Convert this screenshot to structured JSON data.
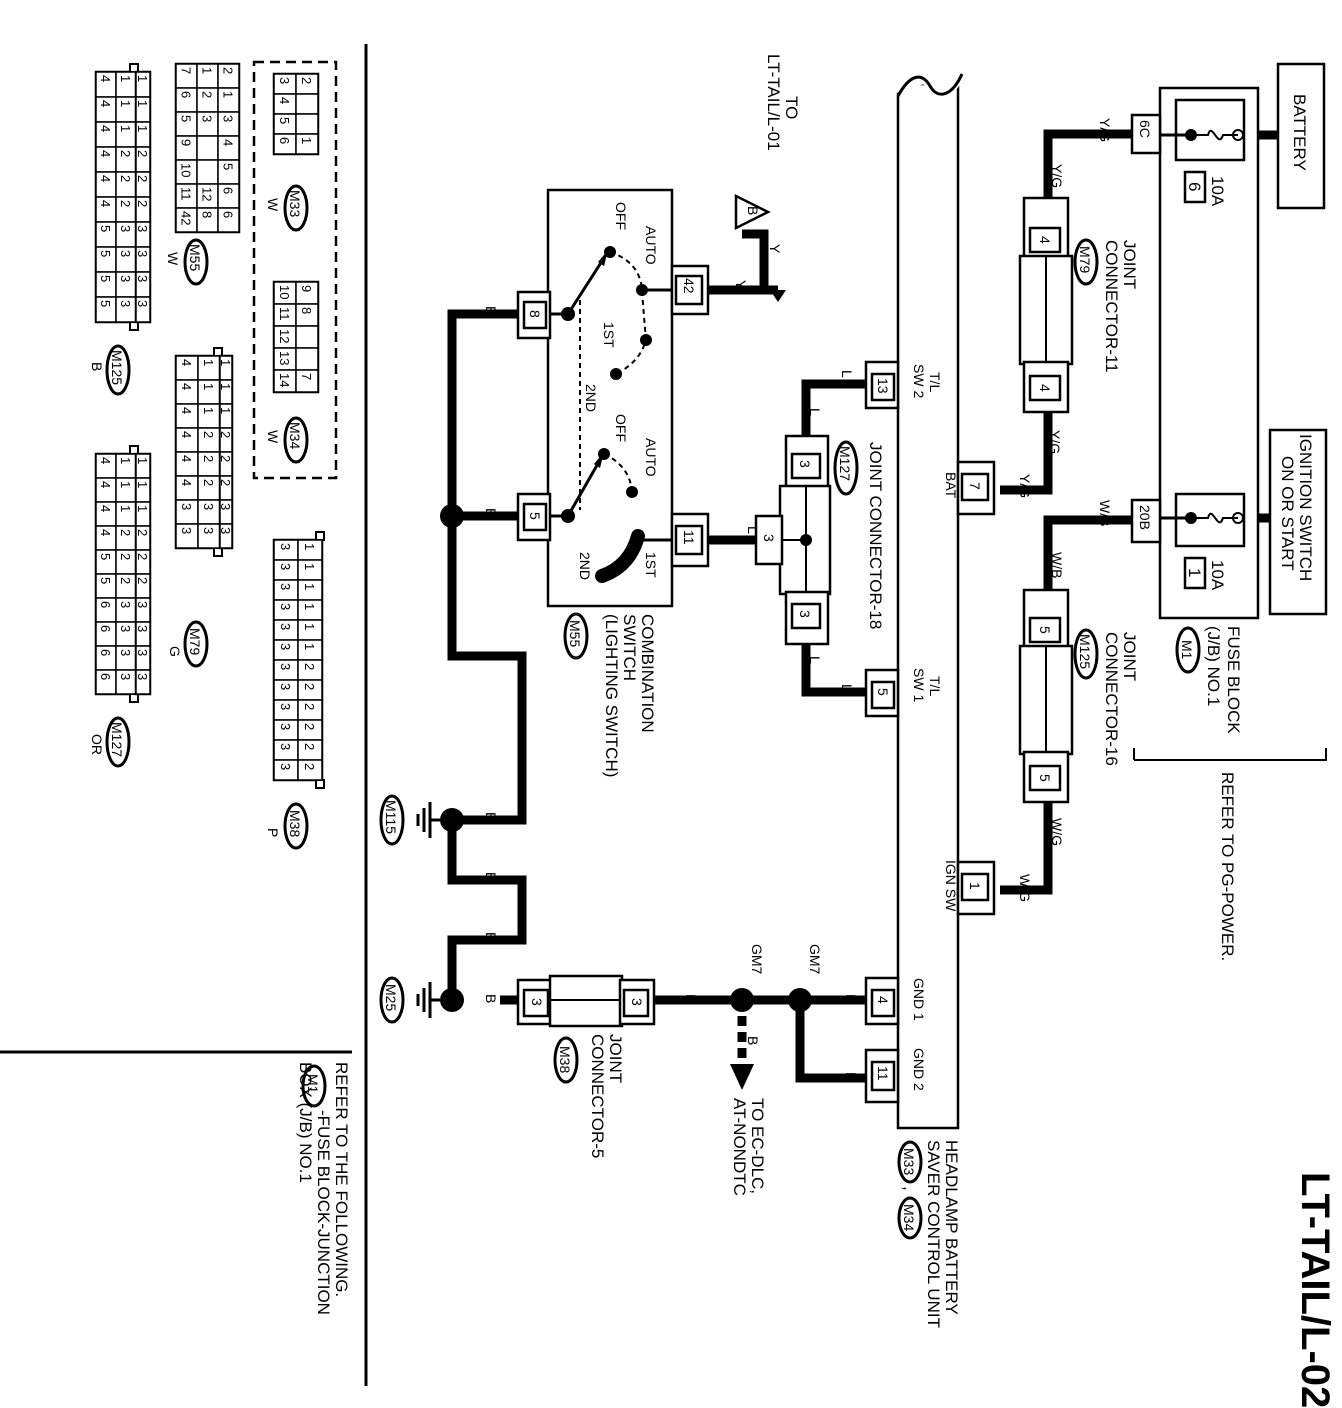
{
  "page_title": "LT-TAIL/L-02",
  "battery_label": "BATTERY",
  "ignition_label": [
    "IGNITION SWITCH",
    "ON OR START"
  ],
  "fuse_a": {
    "amp": "10A",
    "num": "6",
    "terminal": "6C"
  },
  "fuse_b": {
    "amp": "10A",
    "num": "1",
    "terminal": "20B"
  },
  "fuse_block_label": [
    "FUSE BLOCK",
    "(J/B) NO.1"
  ],
  "fuse_block_conn": "M1",
  "refer_pg": "REFER TO PG-POWER.",
  "jc11": {
    "label": [
      "JOINT",
      "CONNECTOR-11"
    ],
    "conn": "M79",
    "pin": "4"
  },
  "jc16": {
    "label": [
      "JOINT",
      "CONNECTOR-16"
    ],
    "conn": "M125",
    "pin": "5"
  },
  "jc18": {
    "label": "JOINT CONNECTOR-18",
    "conn": "M127",
    "pin": "3"
  },
  "jc5": {
    "label": [
      "JOINT",
      "CONNECTOR-5"
    ],
    "conn": "M38",
    "pin": "3"
  },
  "unit": {
    "label": [
      "HEADLAMP BATTERY",
      "SAVER CONTROL UNIT"
    ],
    "conns": [
      "M33",
      "M34"
    ],
    "comma": ",",
    "pins": {
      "tl_sw2": {
        "name": [
          "T/L",
          "SW 2"
        ],
        "pin": "13"
      },
      "bat": {
        "name": "BAT",
        "pin": "7"
      },
      "tl_sw1": {
        "name": [
          "T/L",
          "SW 1"
        ],
        "pin": "5"
      },
      "ign_sw": {
        "name": "IGN SW",
        "pin": "1"
      },
      "gnd1": {
        "name": "GND 1",
        "pin": "4"
      },
      "gnd2": {
        "name": "GND 2",
        "pin": "11"
      }
    }
  },
  "wire_colors": {
    "yg": "Y/G",
    "wb": "W/B",
    "wg": "W/G",
    "l": "L",
    "b": "B",
    "y": "Y"
  },
  "switch": {
    "label": [
      "COMBINATION",
      "SWITCH",
      "(LIGHTING SWITCH)"
    ],
    "conn": "M55",
    "pins": {
      "p8": "8",
      "p5": "5",
      "p42": "42",
      "p11": "11"
    },
    "positions": {
      "auto": "AUTO",
      "off": "OFF",
      "first": "1ST",
      "second": "2ND"
    }
  },
  "offpage": {
    "to": "TO",
    "ref": "LT-TAIL/L-01",
    "letter": "B"
  },
  "gm7": "GM7",
  "ec_dlc": [
    "TO EC-DLC,",
    "AT-NONDTC"
  ],
  "grounds": [
    "M115",
    "M25"
  ],
  "refer_following": "REFER TO THE FOLLOWING.",
  "refer_m1": {
    "conn": "M1",
    "text": "-FUSE BLOCK-JUNCTION",
    "text2": "BOX (J/B) NO.1"
  },
  "connector_views": [
    {
      "conn": "M33",
      "color": "W"
    },
    {
      "conn": "M34",
      "color": "W"
    },
    {
      "conn": "M55",
      "color": "W"
    },
    {
      "conn": "M125",
      "color": "B"
    },
    {
      "conn": "M79",
      "color": "G"
    },
    {
      "conn": "M127",
      "color": "OR"
    },
    {
      "conn": "M38",
      "color": "P"
    }
  ]
}
